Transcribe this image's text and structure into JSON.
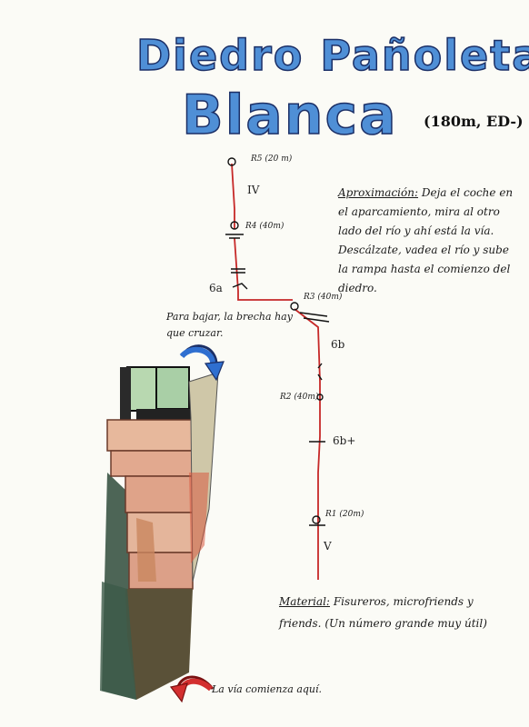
{
  "title": {
    "line1": "Diedro Pañoleta",
    "line2": "Blanca",
    "grade": "(180m, ED-)"
  },
  "belays": {
    "r5": "R5 (20 m)",
    "r4": "R4 (40m)",
    "r3": "R3 (40m)",
    "r2": "R2 (40m)",
    "r1": "R1 (20m)"
  },
  "grades": {
    "g1": "IV",
    "g2": "6a",
    "g3": "6b",
    "g4": "6b+",
    "g5": "V"
  },
  "approach": {
    "label": "Aproximación:",
    "text": "Deja el coche en el aparcamiento, mira al otro lado del río y ahí está la vía. Descálzate, vadea el río y sube la rampa hasta el comienzo del diedro."
  },
  "material": {
    "label": "Material:",
    "text": "Fisureros, microfriends y friends. (Un número grande muy útil)"
  },
  "descent_note": "Para bajar, la brecha hay que cruzar.",
  "start_note": "La vía comienza aquí.",
  "colors": {
    "title_fill": "#4f8fd6",
    "title_outline": "#1b2f66",
    "route_line": "#c62828",
    "arrow_blue": "#2f6fd0",
    "arrow_red": "#d32f2f"
  }
}
